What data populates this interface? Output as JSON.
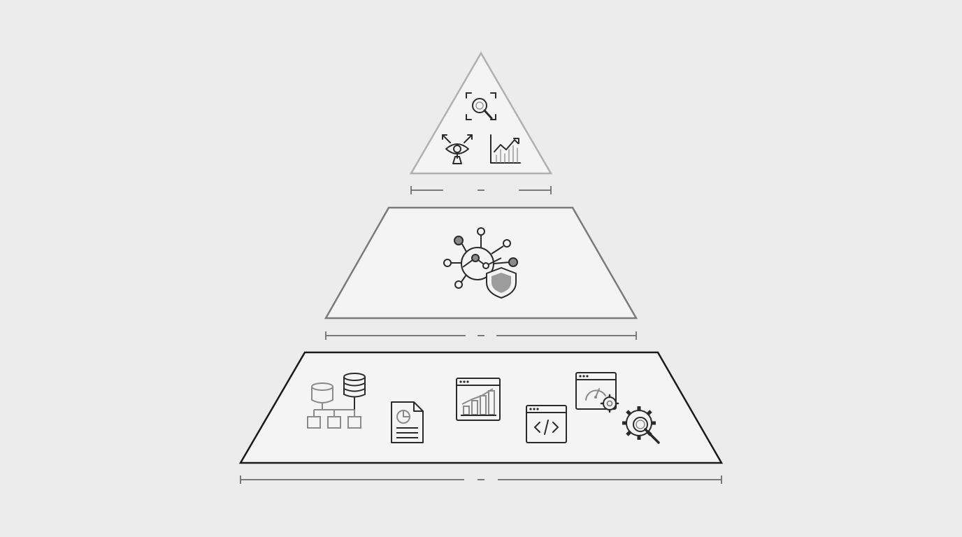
{
  "diagram": {
    "type": "pyramid",
    "tiers": [
      {
        "position": "top",
        "icons": [
          "focus-search-icon",
          "vision-eye-icon",
          "trend-chart-icon"
        ]
      },
      {
        "position": "middle",
        "icons": [
          "network-hub-icon",
          "shield-icon"
        ]
      },
      {
        "position": "bottom",
        "icons": [
          "database-hierarchy-icon",
          "report-document-icon",
          "dashboard-window-icon",
          "code-window-icon",
          "performance-window-icon",
          "gear-search-icon"
        ]
      }
    ]
  },
  "colors": {
    "background": "#ececec",
    "top_stroke": "#b0b0b0",
    "middle_stroke": "#7a7a7a",
    "bottom_stroke": "#1a1a1a",
    "tier_fill": "#f4f4f4",
    "shield_fill": "#9c9c9c",
    "node_fill": "#8a8a8a"
  }
}
